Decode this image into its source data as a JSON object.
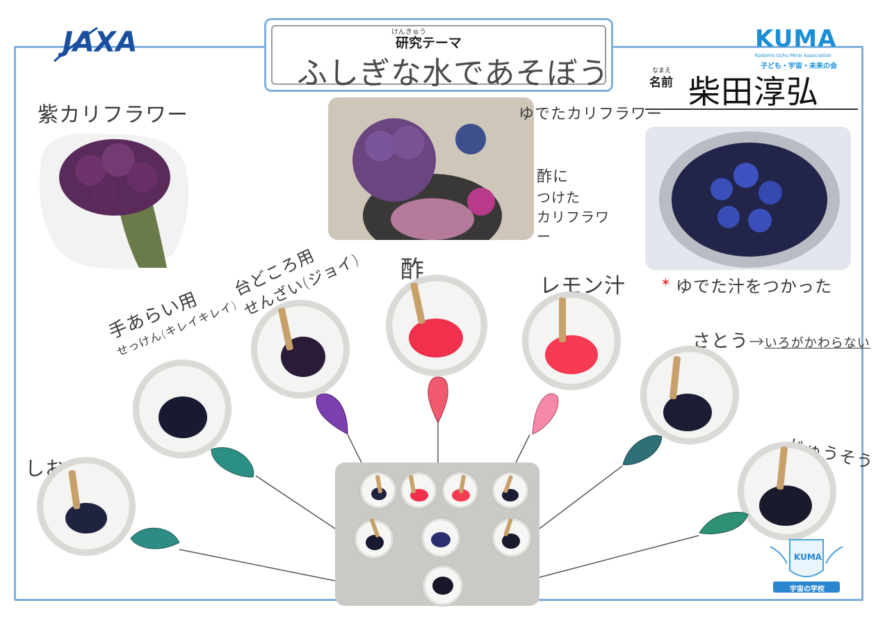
{
  "header": {
    "theme_label": "研究テーマ",
    "theme_furigana": "けんきゅう",
    "theme_title": "ふしぎな水であそぼう",
    "jaxa_logo": "JAXA",
    "kuma_logo": "KUMA",
    "kuma_sub": "Kodomo Uchu Mirai Association",
    "kuma_jp": "子ども・宇宙・未来の会",
    "name_label": "名前",
    "name_furigana": "なまえ",
    "name_value": "柴田淳弘"
  },
  "photos": {
    "purple_cauliflower": "紫カリフラワー",
    "boiled_cauliflower": "ゆでたカリフラワー",
    "vinegar_note": [
      "酢に",
      "つけた",
      "カリフラワー"
    ],
    "boiled_note": "ゆでた汁をつかった"
  },
  "cups": [
    {
      "label": "しお",
      "liquid": "#1f2340"
    },
    {
      "label": [
        "手あらい用",
        "せっけん(キレイキレイ)"
      ],
      "liquid": "#171a30"
    },
    {
      "label": [
        "台どころ用",
        "せんざい(ジョイ)"
      ],
      "liquid": "#2a1c38"
    },
    {
      "label": "酢",
      "liquid": "#f0304d"
    },
    {
      "label": "レモン汁",
      "liquid": "#f53a52"
    },
    {
      "label": [
        "さとう→",
        "いろがかわらない"
      ],
      "liquid": "#1b1d35"
    },
    {
      "label": "じゅうそう",
      "liquid": "#191a2c"
    }
  ],
  "drops": [
    "#2e8c86",
    "#2c8f83",
    "#7b3fb0",
    "#f05a6e",
    "#f48aa8",
    "#2e6f78",
    "#2e9075"
  ],
  "school_badge": "宇宙の学校",
  "badge_logo": "KUMA",
  "colors": {
    "frame": "#7fb0dc",
    "kuma_blue": "#1a8fd6",
    "jaxa_blue": "#1a4fa0"
  }
}
